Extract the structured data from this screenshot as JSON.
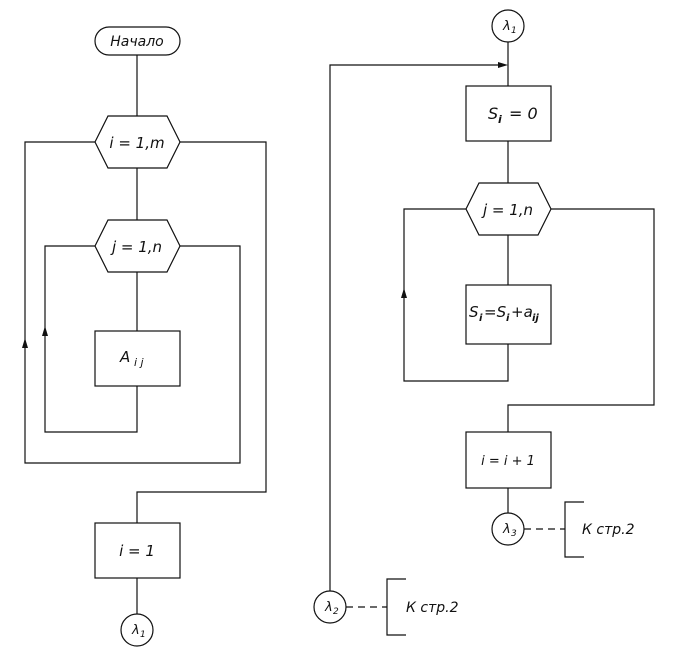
{
  "flowchart": {
    "start": "Начало",
    "loop_i": "i = 1,m",
    "loop_j": "j = 1,n",
    "read_a": "A",
    "read_a_sub": "i j",
    "init_i": "i = 1",
    "connector1": "λ",
    "connector1_sub": "1",
    "connector2": "λ",
    "connector2_sub": "2",
    "connector3": "λ",
    "connector3_sub": "3",
    "sum_init": "S",
    "sum_init_sub": "i",
    "sum_init_rest": "= 0",
    "loop_j2": "j = 1,n",
    "sum_left": "S",
    "sum_left_sub": "i",
    "sum_mid": "=S",
    "sum_mid_sub": "i",
    "sum_plus": "+a",
    "sum_plus_sub": "ij",
    "incr_i": "i = i + 1",
    "page_ref_a": "К стр.2",
    "page_ref_b": "К стр.2"
  }
}
